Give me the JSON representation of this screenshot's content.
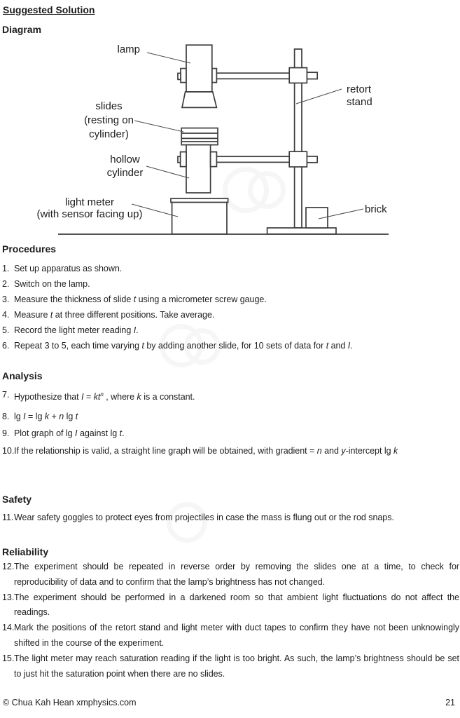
{
  "doc": {
    "title": "Suggested Solution",
    "footer": {
      "copyright": "© Chua Kah Hean xmphysics.com",
      "page_number": "21"
    }
  },
  "diagram": {
    "heading": "Diagram",
    "labels": {
      "lamp": "lamp",
      "slides_l1": "slides",
      "slides_l2": "(resting on",
      "slides_l3": "cylinder)",
      "hollow_l1": "hollow",
      "hollow_l2": "cylinder",
      "meter_l1": "light meter",
      "meter_l2": "(with sensor facing up)",
      "retort_l1": "retort",
      "retort_l2": "stand",
      "brick": "brick"
    }
  },
  "procedures": {
    "heading": "Procedures",
    "items": [
      {
        "num": "1.",
        "segs": [
          {
            "t": "Set up apparatus as shown."
          }
        ]
      },
      {
        "num": "2.",
        "segs": [
          {
            "t": "Switch on the lamp."
          }
        ]
      },
      {
        "num": "3.",
        "segs": [
          {
            "t": "Measure the thickness of slide "
          },
          {
            "t": "t",
            "i": true
          },
          {
            "t": " using a micrometer screw gauge."
          }
        ]
      },
      {
        "num": "4.",
        "segs": [
          {
            "t": "Measure "
          },
          {
            "t": "t",
            "i": true
          },
          {
            "t": " at three different positions. Take average."
          }
        ]
      },
      {
        "num": "5.",
        "segs": [
          {
            "t": "Record the light meter reading "
          },
          {
            "t": "I",
            "i": true
          },
          {
            "t": "."
          }
        ]
      },
      {
        "num": "6.",
        "segs": [
          {
            "t": "Repeat 3 to 5, each time varying "
          },
          {
            "t": "t",
            "i": true
          },
          {
            "t": " by adding another slide, for 10 sets of data for "
          },
          {
            "t": "t",
            "i": true
          },
          {
            "t": " and "
          },
          {
            "t": "I",
            "i": true
          },
          {
            "t": "."
          }
        ]
      }
    ]
  },
  "analysis": {
    "heading": "Analysis",
    "items": [
      {
        "num": "7.",
        "segs": [
          {
            "t": "Hypothesize that "
          },
          {
            "t": "I",
            "i": true
          },
          {
            "t": " = "
          },
          {
            "t": "kt",
            "i": true
          },
          {
            "t": "n",
            "i": true,
            "sup": true
          },
          {
            "t": " , where "
          },
          {
            "t": "k",
            "i": true
          },
          {
            "t": " is a constant."
          }
        ]
      },
      {
        "num": "8.",
        "segs": [
          {
            "t": "lg "
          },
          {
            "t": "I",
            "i": true
          },
          {
            "t": " = lg "
          },
          {
            "t": "k",
            "i": true
          },
          {
            "t": " + "
          },
          {
            "t": "n",
            "i": true
          },
          {
            "t": " lg "
          },
          {
            "t": "t",
            "i": true
          }
        ]
      },
      {
        "num": "9.",
        "segs": [
          {
            "t": "Plot graph of lg "
          },
          {
            "t": "I",
            "i": true
          },
          {
            "t": " against lg "
          },
          {
            "t": "t",
            "i": true
          },
          {
            "t": "."
          }
        ]
      },
      {
        "num": "10.",
        "segs": [
          {
            "t": "If the relationship is valid, a straight line graph will be obtained, with gradient = "
          },
          {
            "t": "n",
            "i": true
          },
          {
            "t": " and "
          },
          {
            "t": "y",
            "i": true
          },
          {
            "t": "-intercept lg "
          },
          {
            "t": "k",
            "i": true
          }
        ]
      }
    ]
  },
  "safety": {
    "heading": "Safety",
    "items": [
      {
        "num": "11.",
        "segs": [
          {
            "t": "Wear safety goggles to protect eyes from projectiles in case the mass is flung out or the rod snaps."
          }
        ]
      }
    ]
  },
  "reliability": {
    "heading": "Reliability",
    "items": [
      {
        "num": "12.",
        "segs": [
          {
            "t": "The experiment should be repeated in reverse order by removing the slides one at a time, to check for reproducibility of data and to confirm that the lamp’s brightness has not changed."
          }
        ]
      },
      {
        "num": "13.",
        "segs": [
          {
            "t": "The experiment should be performed in a darkened room so that ambient light fluctuations do not affect the readings."
          }
        ]
      },
      {
        "num": "14.",
        "segs": [
          {
            "t": "Mark the positions of the retort stand and light meter with duct tapes to confirm they have not been unknowingly shifted in the course of the experiment."
          }
        ]
      },
      {
        "num": "15.",
        "segs": [
          {
            "t": "The light meter may reach saturation reading if the light is too bright. As such, the lamp’s brightness should be set to just hit the saturation point when there are no slides."
          }
        ]
      }
    ]
  }
}
